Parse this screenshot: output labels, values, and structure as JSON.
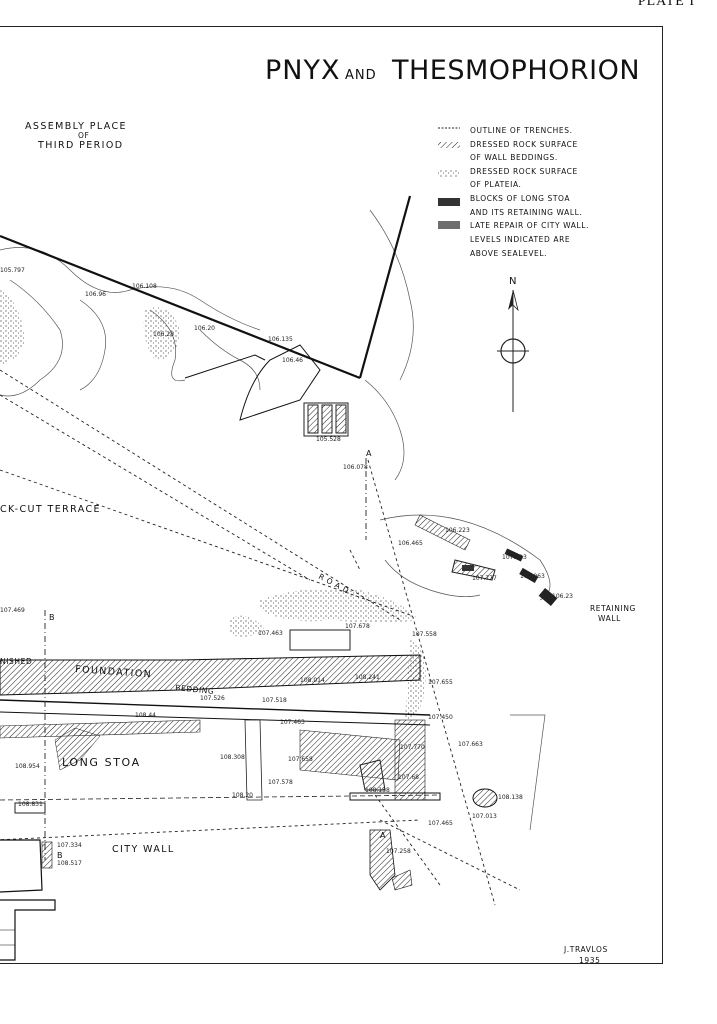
{
  "plate": "PLATE I",
  "title": {
    "part1": "PNYX",
    "part2": "AND",
    "part3": "THESMOPHORION"
  },
  "assembly": {
    "line1": "ASSEMBLY PLACE",
    "line2": "OF",
    "line3": "THIRD PERIOD"
  },
  "legend": {
    "items": [
      "OUTLINE OF TRENCHES.",
      "DRESSED ROCK SURFACE",
      "OF WALL BEDDINGS.",
      "DRESSED ROCK SURFACE",
      "OF PLATEIA.",
      "BLOCKS OF LONG STOA",
      "AND ITS RETAINING WALL.",
      "LATE REPAIR OF CITY WALL.",
      "LEVELS INDICATED ARE",
      "ABOVE SEALEVEL."
    ]
  },
  "north": "N",
  "labels": {
    "terrace": "CK-CUT TERRACE",
    "road": "R O A D",
    "retaining1": "RETAINING",
    "retaining2": "WALL",
    "nished": "NISHED",
    "foundation": "FOUNDATION",
    "bedding": "BEDDING",
    "long_stoa": "LONG STOA",
    "city_wall": "CITY WALL",
    "section_a": "A",
    "section_b": "B"
  },
  "levels": [
    "106.108",
    "106.96",
    "105.797",
    "106.135",
    "106.20",
    "106.46",
    "106.28",
    "105.528",
    "106.078",
    "106.465",
    "107.913",
    "107.777",
    "105.063",
    "106.223",
    "106.23",
    "107.469",
    "107.463",
    "107.678",
    "107.558",
    "107.655",
    "108.014",
    "108.241",
    "107.518",
    "108.44",
    "107.463",
    "107.658",
    "107.770",
    "108.308",
    "107.578",
    "107.68",
    "108.954",
    "108.831",
    "108.20",
    "108.138",
    "107.450",
    "107.465",
    "107.013",
    "108.138",
    "107.663",
    "107.334",
    "108.517",
    "107.258",
    "107.526"
  ],
  "signature": {
    "name": "J.TRAVLOS",
    "year": "1935"
  }
}
